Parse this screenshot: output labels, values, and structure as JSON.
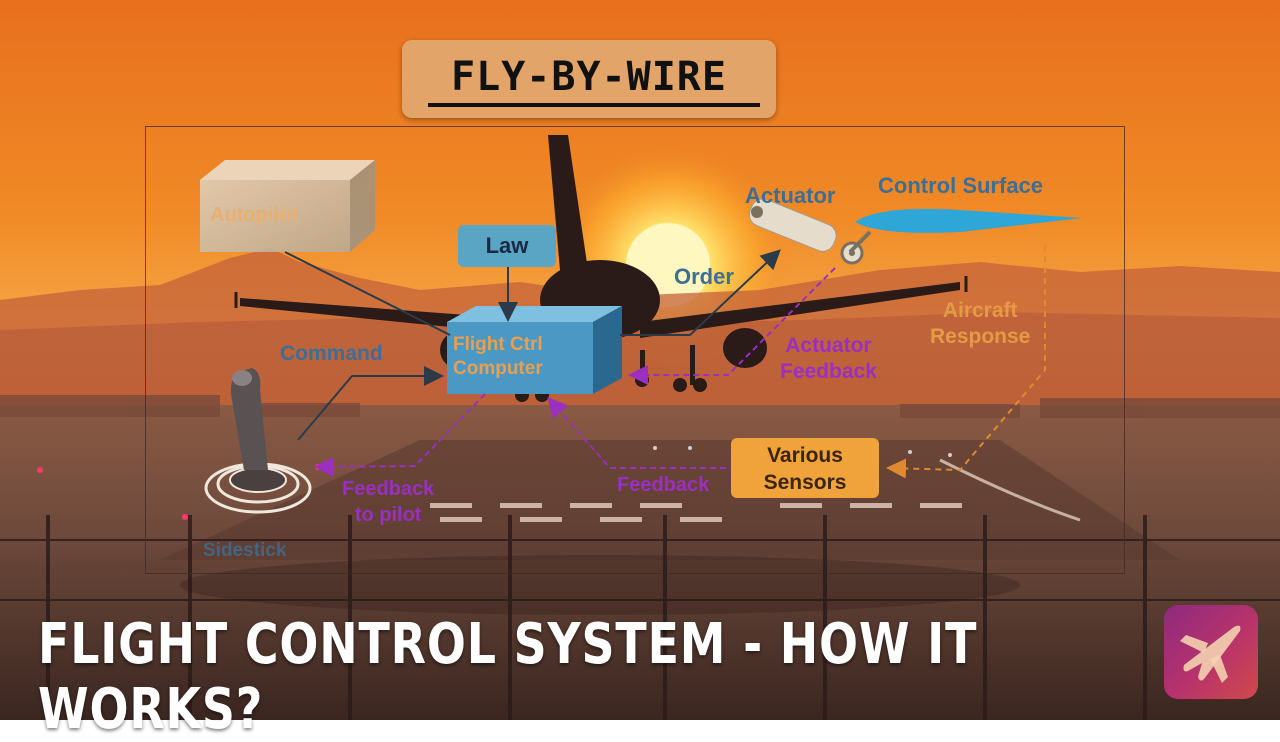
{
  "banner": {
    "title": "FLY-BY-WIRE"
  },
  "diagram": {
    "autopilot": "Autopilot",
    "law": "Law",
    "actuator": "Actuator",
    "control_surface": "Control Surface",
    "order": "Order",
    "aircraft_response_line1": "Aircraft",
    "aircraft_response_line2": "Response",
    "command": "Command",
    "fcc_line1": "Flight Ctrl",
    "fcc_line2": "Computer",
    "actuator_feedback_line1": "Actuator",
    "actuator_feedback_line2": "Feedback",
    "sensors_line1": "Various",
    "sensors_line2": "Sensors",
    "feedback": "Feedback",
    "feedback_pilot_line1": "Feedback",
    "feedback_pilot_line2": "to pilot",
    "sidestick": "Sidestick"
  },
  "footer": {
    "title": "FLIGHT CONTROL SYSTEM - HOW IT WORKS?"
  },
  "logo": {
    "icon": "airplane-icon"
  },
  "colors": {
    "sky_top": "#e8701e",
    "sun": "#fff6c0",
    "diagram_blue": "#3d7fb0",
    "diagram_purple": "#9a2fc0",
    "diagram_orange": "#e08a30",
    "box_blue": "#5aa4c4",
    "box_orange": "#f0a33a",
    "banner": "#e3a46a",
    "logo_start": "#8e2a7e",
    "logo_end": "#d04a4a"
  }
}
